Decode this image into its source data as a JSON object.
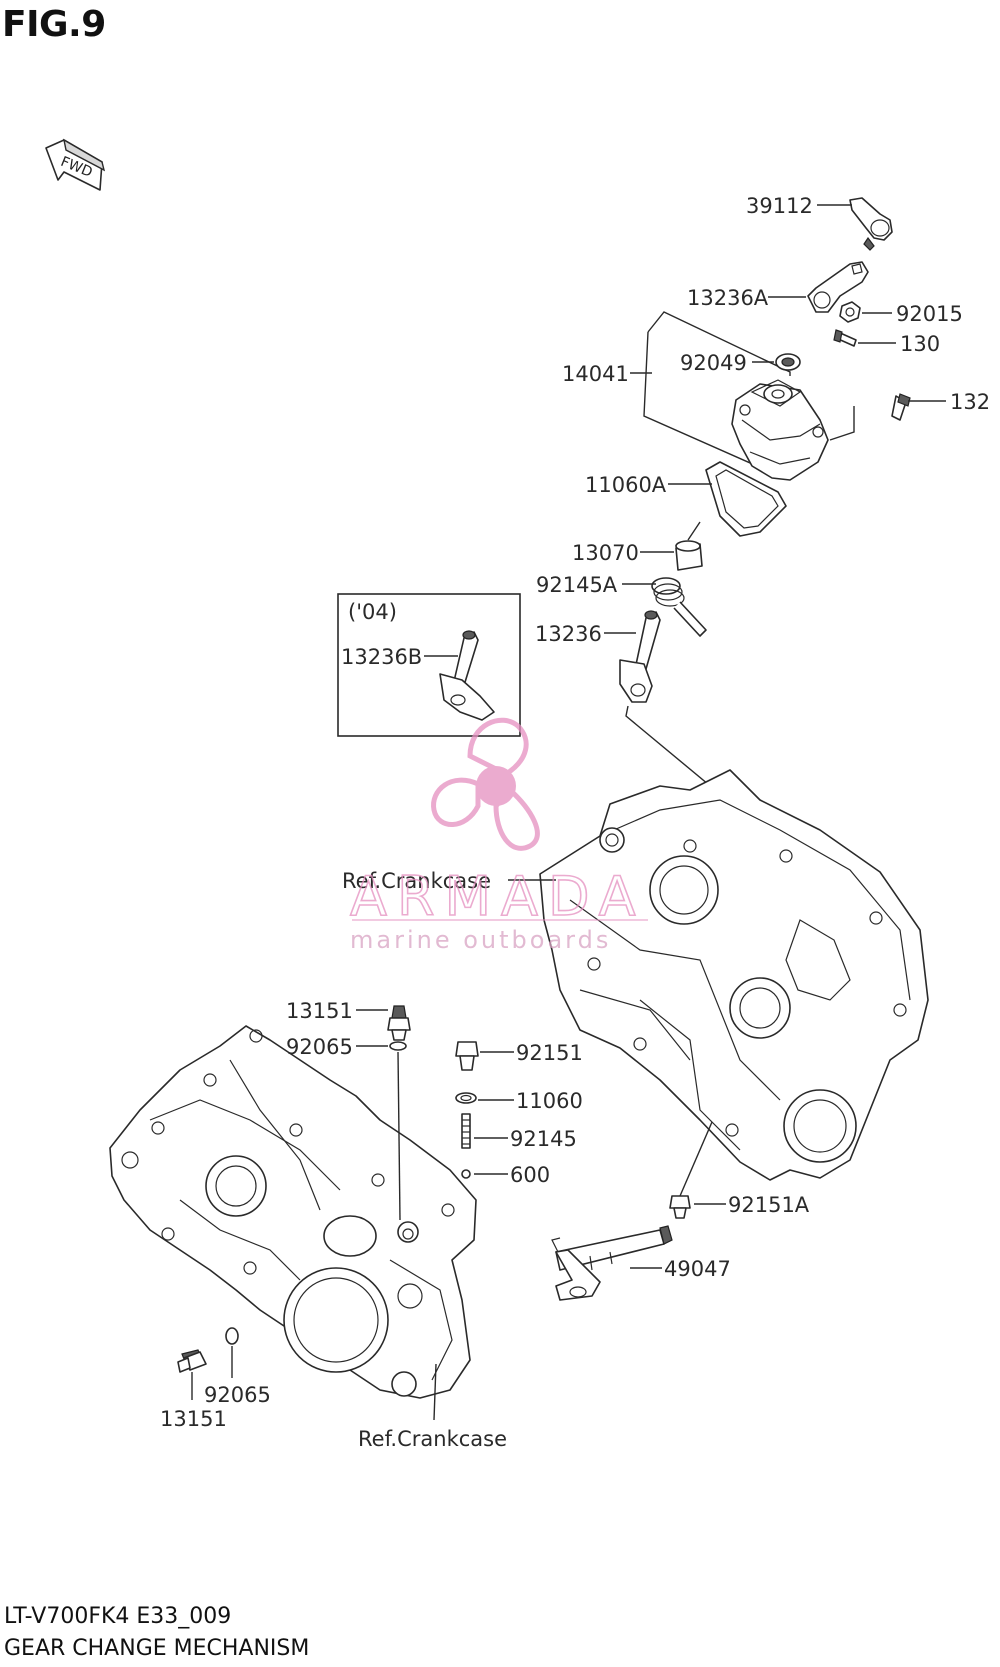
{
  "figure_title": "FIG.9",
  "model_code": "LT-V700FK4 E33_009",
  "section_title": "GEAR CHANGE MECHANISM",
  "fwd_badge": "FWD",
  "inset_label": "('04)",
  "watermark": {
    "brand": "ARMADA",
    "tagline": "marine outboards",
    "color": "#e58fc0"
  },
  "callouts": {
    "p39112": "39112",
    "p13236A": "13236A",
    "p92015": "92015",
    "p130": "130",
    "p14041": "14041",
    "p92049": "92049",
    "p132": "132",
    "p11060A": "11060A",
    "p13070": "13070",
    "p92145A": "92145A",
    "p13236": "13236",
    "p13236B": "13236B",
    "ref_crankcase_upper": "Ref.Crankcase",
    "p13151_top": "13151",
    "p92065_top": "92065",
    "p92151": "92151",
    "p11060": "11060",
    "p92145": "92145",
    "p600": "600",
    "p92151A": "92151A",
    "p49047": "49047",
    "p92065_bottom": "92065",
    "p13151_bottom": "13151",
    "ref_crankcase_lower": "Ref.Crankcase"
  }
}
